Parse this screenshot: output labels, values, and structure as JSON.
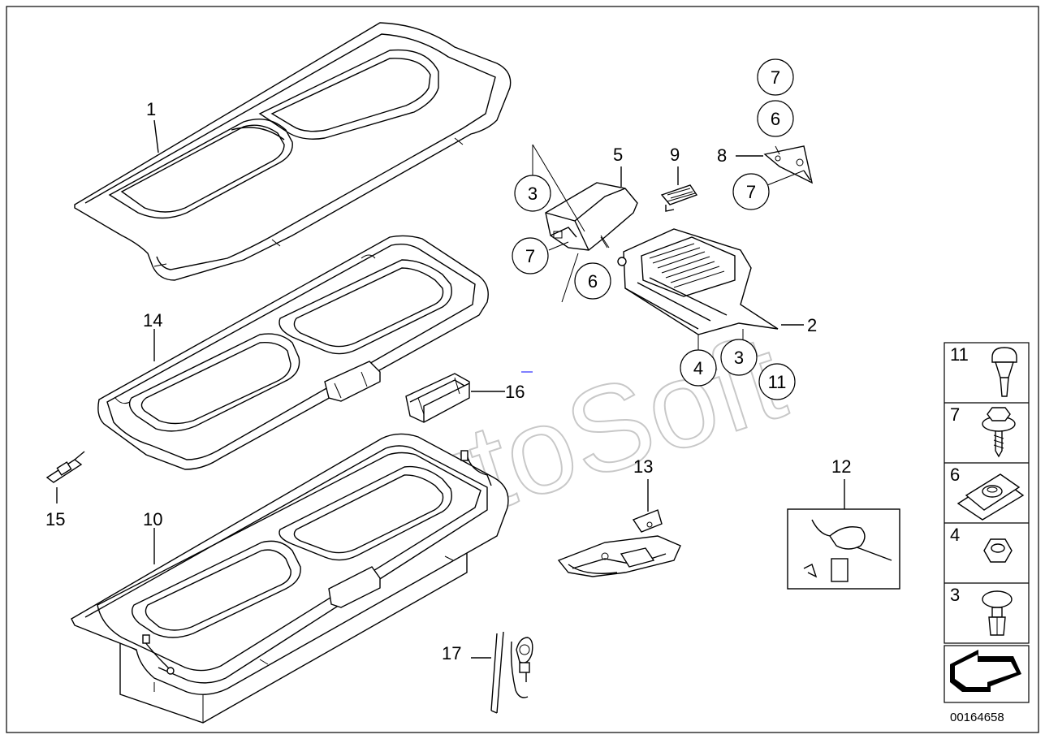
{
  "diagram": {
    "part_labels": {
      "p1": "1",
      "p2": "2",
      "p5": "5",
      "p8": "8",
      "p9": "9",
      "p10": "10",
      "p12": "12",
      "p13": "13",
      "p14": "14",
      "p15": "15",
      "p16": "16",
      "p17": "17"
    },
    "circled_labels": {
      "c3a": "3",
      "c7a": "7",
      "c6a": "6",
      "c7b": "7",
      "c6b": "6",
      "c7c": "7",
      "c4": "4",
      "c3b": "3",
      "c11": "11"
    },
    "legend": [
      {
        "label": "11",
        "icon": "push-rivet-icon"
      },
      {
        "label": "7",
        "icon": "hex-screw-icon"
      },
      {
        "label": "6",
        "icon": "clip-nut-icon"
      },
      {
        "label": "4",
        "icon": "hex-nut-icon"
      },
      {
        "label": "3",
        "icon": "expanding-rivet-icon"
      }
    ],
    "diagram_number": "00164658",
    "watermark": "AutoSoft",
    "colors": {
      "line": "#000000",
      "background": "#ffffff",
      "watermark": "#c8c8c8"
    }
  }
}
